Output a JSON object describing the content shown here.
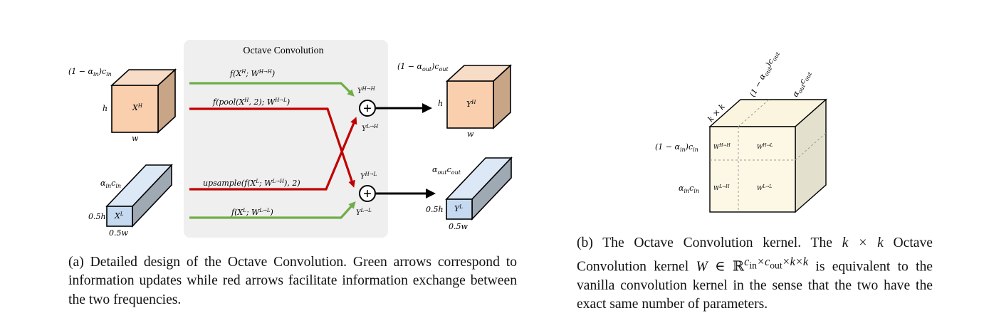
{
  "panel_a": {
    "box_title": "Octave Convolution",
    "xh_channels": "(1 − α",
    "xh_channels_sub": "in",
    "xh_channels_tail": ")c",
    "xh_channels_tail_sub": "in",
    "xh_height": "h",
    "xh_width": "w",
    "xh_label": "X",
    "xh_label_sup": "H",
    "xl_channels": "α",
    "xl_channels_sub": "in",
    "xl_channels_c": "c",
    "xl_channels_c_sub": "in",
    "xl_height": "0.5h",
    "xl_width": "0.5w",
    "xl_label": "X",
    "xl_label_sup": "L",
    "path_hh": "f(X",
    "path_hh_sup": "H",
    "path_hh_mid": "; W",
    "path_hh_sup2": "H→H",
    "path_hh_end": ")",
    "path_hl": "f(pool(X",
    "path_hl_sup": "H",
    "path_hl_mid": ", 2); W",
    "path_hl_sup2": "H→L",
    "path_hl_end": ")",
    "path_lh": "upsample(f(X",
    "path_lh_sup": "L",
    "path_lh_mid": "; W",
    "path_lh_sup2": "L→H",
    "path_lh_end": "), 2)",
    "path_ll": "f(X",
    "path_ll_sup": "L",
    "path_ll_mid": "; W",
    "path_ll_sup2": "L→L",
    "path_ll_end": ")",
    "y_hh": "Y",
    "y_hh_sup": "H→H",
    "y_lh": "Y",
    "y_lh_sup": "L→H",
    "y_hl": "Y",
    "y_hl_sup": "H→L",
    "y_ll": "Y",
    "y_ll_sup": "L→L",
    "plus": "+",
    "yh_channels": "(1 − α",
    "yh_channels_sub": "out",
    "yh_channels_tail": ")c",
    "yh_channels_tail_sub": "out",
    "yh_height": "h",
    "yh_width": "w",
    "yh_label": "Y",
    "yh_label_sup": "H",
    "yl_channels": "α",
    "yl_channels_sub": "out",
    "yl_channels_c": "c",
    "yl_channels_c_sub": "out",
    "yl_height": "0.5h",
    "yl_width": "0.5w",
    "yl_label": "Y",
    "yl_label_sup": "L",
    "colors": {
      "box_bg": "#efefef",
      "high_face": "#f9cfae",
      "high_top": "#f7dcc7",
      "high_side": "#c9a588",
      "low_face": "#c5daf0",
      "low_top": "#dce8f6",
      "low_side": "#9fa9b4",
      "green": "#70ad47",
      "red": "#c00000",
      "kernel_face": "#fdf8e6",
      "kernel_top": "#fbf5df",
      "kernel_side": "#e3e1cd"
    }
  },
  "panel_b": {
    "kxk": "k × k",
    "top_label_1": "(1 − α",
    "top_label_1_sub": "out",
    "top_label_1_tail": ")c",
    "top_label_1_tail_sub": "out",
    "top_label_2": "α",
    "top_label_2_sub": "out",
    "top_label_2_c": "c",
    "top_label_2_c_sub": "out",
    "row_label_1": "(1 − α",
    "row_label_1_sub": "in",
    "row_label_1_tail": ")c",
    "row_label_1_tail_sub": "in",
    "row_label_2": "α",
    "row_label_2_sub": "in",
    "row_label_2_c": "c",
    "row_label_2_c_sub": "in",
    "w_hh": "W",
    "w_hh_sup": "H→H",
    "w_hl": "W",
    "w_hl_sup": "H→L",
    "w_lh": "W",
    "w_lh_sup": "L→H",
    "w_ll": "W",
    "w_ll_sup": "L→L"
  },
  "caption_a": "(a) Detailed design of the Octave Convolution. Green arrows correspond to information updates while red arrows facilitate information exchange between the two frequencies.",
  "caption_b_1": "(b) The Octave Convolution kernel. The ",
  "caption_b_kxk": "k × k",
  "caption_b_2": " Octave Convolution kernel ",
  "caption_b_W": "W",
  "caption_b_in": " ∈ ℝ",
  "caption_b_dims": "c",
  "caption_b_dims_sub1": "in",
  "caption_b_dims_mid": "×c",
  "caption_b_dims_sub2": "out",
  "caption_b_dims_tail": "×k×k",
  "caption_b_3": " is equivalent to the vanilla convolution kernel in the sense that the two have the exact same number of parameters."
}
